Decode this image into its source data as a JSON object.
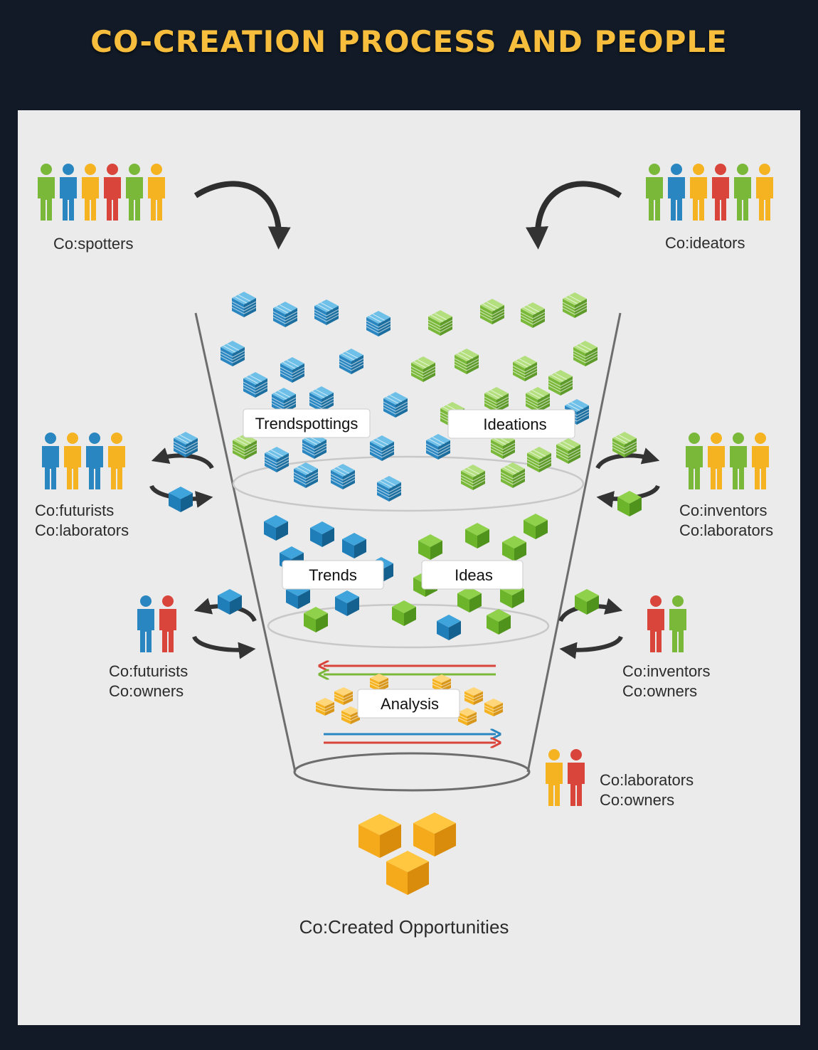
{
  "title": "CO-CREATION PROCESS AND PEOPLE",
  "groups": {
    "spotters": "Co:spotters",
    "ideators": "Co:ideators",
    "left_mid_1": "Co:futurists",
    "left_mid_2": "Co:laborators",
    "right_mid_1": "Co:inventors",
    "right_mid_2": "Co:laborators",
    "left_low_1": "Co:futurists",
    "left_low_2": "Co:owners",
    "right_low_1": "Co:inventors",
    "right_low_2": "Co:owners",
    "bottom_1": "Co:laborators",
    "bottom_2": "Co:owners"
  },
  "stages": {
    "trendspottings": "Trendspottings",
    "ideations": "Ideations",
    "trends": "Trends",
    "ideas": "Ideas",
    "analysis": "Analysis"
  },
  "output": "Co:Created Opportunities",
  "colors": {
    "green": "#7ab83a",
    "blue": "#2a86c0",
    "yellow": "#f5b321",
    "red": "#d9453b",
    "title": "#f7bd3d",
    "background": "#111a26",
    "panel": "#ecebeb"
  }
}
